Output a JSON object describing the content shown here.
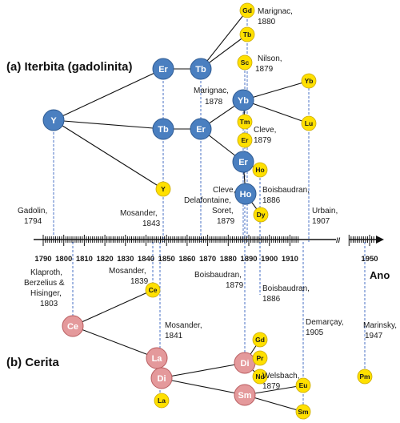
{
  "title_a": "(a) Iterbita (gadolinita)",
  "title_b": "(b) Cerita",
  "axis_title": "Ano",
  "colors": {
    "blue": "#4a7fc0",
    "red": "#e4999b",
    "yellow": "#ffe000",
    "dash": "#4a72c4"
  },
  "ticks": [
    "1790",
    "1800",
    "1810",
    "1820",
    "1830",
    "1840",
    "1850",
    "1860",
    "1870",
    "1880",
    "1890",
    "1900",
    "1910",
    "1950"
  ],
  "break_mark": "//",
  "nodes": {
    "Y": "Y",
    "Er1": "Er",
    "Tb1": "Tb",
    "Tb2": "Tb",
    "Er2": "Er",
    "Yb": "Yb",
    "Er3": "Er",
    "Ho1": "Ho",
    "Gd1": "Gd",
    "Tb3": "Tb",
    "Sc": "Sc",
    "Yb2": "Yb",
    "Lu": "Lu",
    "Tm": "Tm",
    "Er4": "Er",
    "Ho2": "Ho",
    "Dy": "Dy",
    "Y2": "Y",
    "Ce": "Ce",
    "Ce2": "Ce",
    "La": "La",
    "Di": "Di",
    "La2": "La",
    "Di2": "Di",
    "Sm": "Sm",
    "Gd2": "Gd",
    "Pr": "Pr",
    "Nd": "Nd",
    "Eu": "Eu",
    "Sm2": "Sm",
    "Pm": "Pm"
  },
  "annotations": {
    "marignac1880_a": "Marignac,",
    "marignac1880_b": "1880",
    "nilson_a": "Nilson,",
    "nilson_b": "1879",
    "marignac1878": "Marignac,",
    "marignac1878_year": "1878",
    "cleve1879_a": "Cleve,",
    "cleve1879_b": "1879",
    "cleve_del_a": "Cleve,",
    "cleve_del_b": "Delafontaine,",
    "cleve_del_c": "Soret,",
    "cleve_del_d": "1879",
    "boisb1886_a": "Boisbaudran,",
    "boisb1886_b": "1886",
    "urbain_a": "Urbain,",
    "urbain_b": "1907",
    "gadolin_a": "Gadolin,",
    "gadolin_b": "1794",
    "mosander1843_a": "Mosander,",
    "mosander1843_b": "1843",
    "klaproth_a": "Klaproth,",
    "klaproth_b": "Berzelius &",
    "klaproth_c": "Hisinger,",
    "klaproth_d": "1803",
    "mosander1839_a": "Mosander,",
    "mosander1839_b": "1839",
    "boisb1879_a": "Boisbaudran,",
    "boisb1879_b": "1879",
    "boisb1886c_a": "Boisbaudran,",
    "boisb1886c_b": "1886",
    "mosander1841_a": "Mosander,",
    "mosander1841_b": "1841",
    "demarcay_a": "Demarçay,",
    "demarcay_b": "1905",
    "marinsky_a": "Marinsky,",
    "marinsky_b": "1947",
    "welsbach_a": "Welsbach,",
    "welsbach_b": "1879"
  }
}
